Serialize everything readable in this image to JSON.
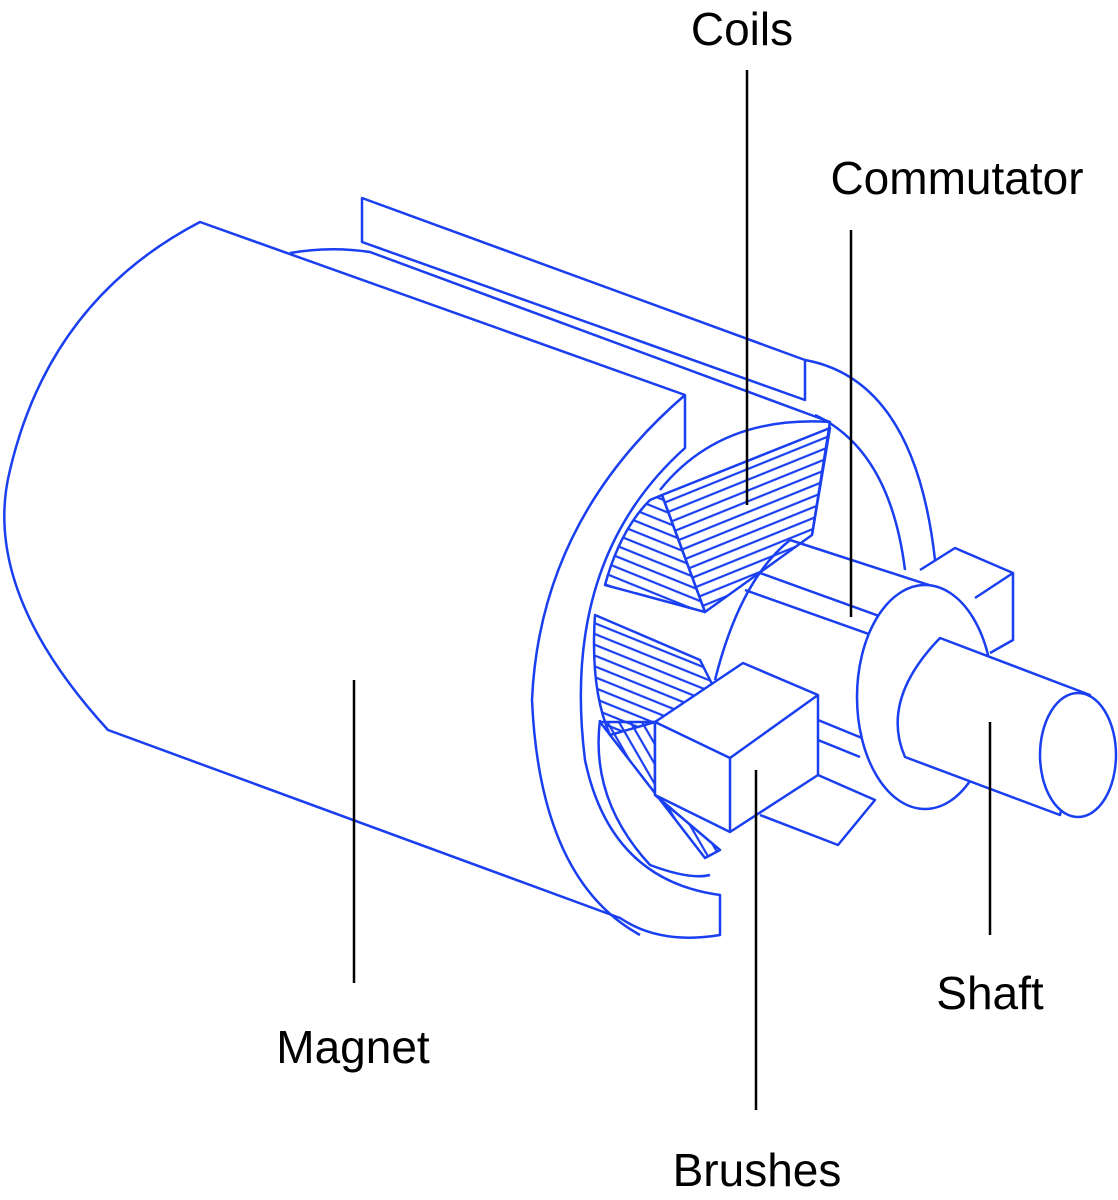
{
  "diagram": {
    "line_color": "#1a3ff0",
    "leader_color": "#000000",
    "labels": {
      "coils": "Coils",
      "commutator": "Commutator",
      "magnet": "Magnet",
      "brushes": "Brushes",
      "shaft": "Shaft"
    }
  }
}
